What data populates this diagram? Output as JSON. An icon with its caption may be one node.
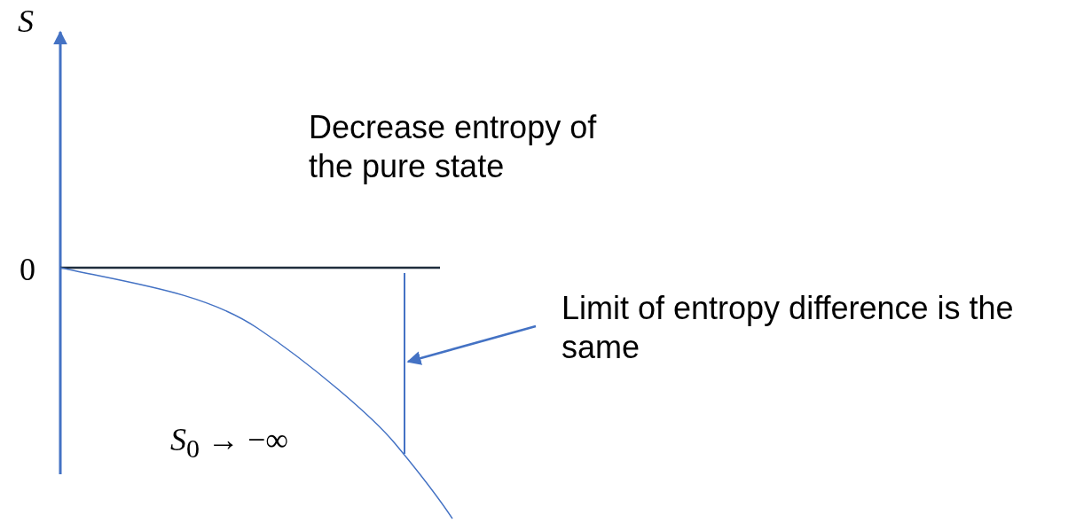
{
  "diagram": {
    "nodes": [
      {
        "text": [
          "Limit of entropy difference is the same"
        ]
      },
      {
        "text": [],
        "shape": "bar"
      }
    ],
    "edges": [
      {
        "from": 0,
        "to": 1,
        "arrow": "to"
      }
    ],
    "labels": [
      "S",
      "Decrease entropy of the pure state",
      "0",
      "*S*$_{0}$ → −∞"
    ]
  }
}
